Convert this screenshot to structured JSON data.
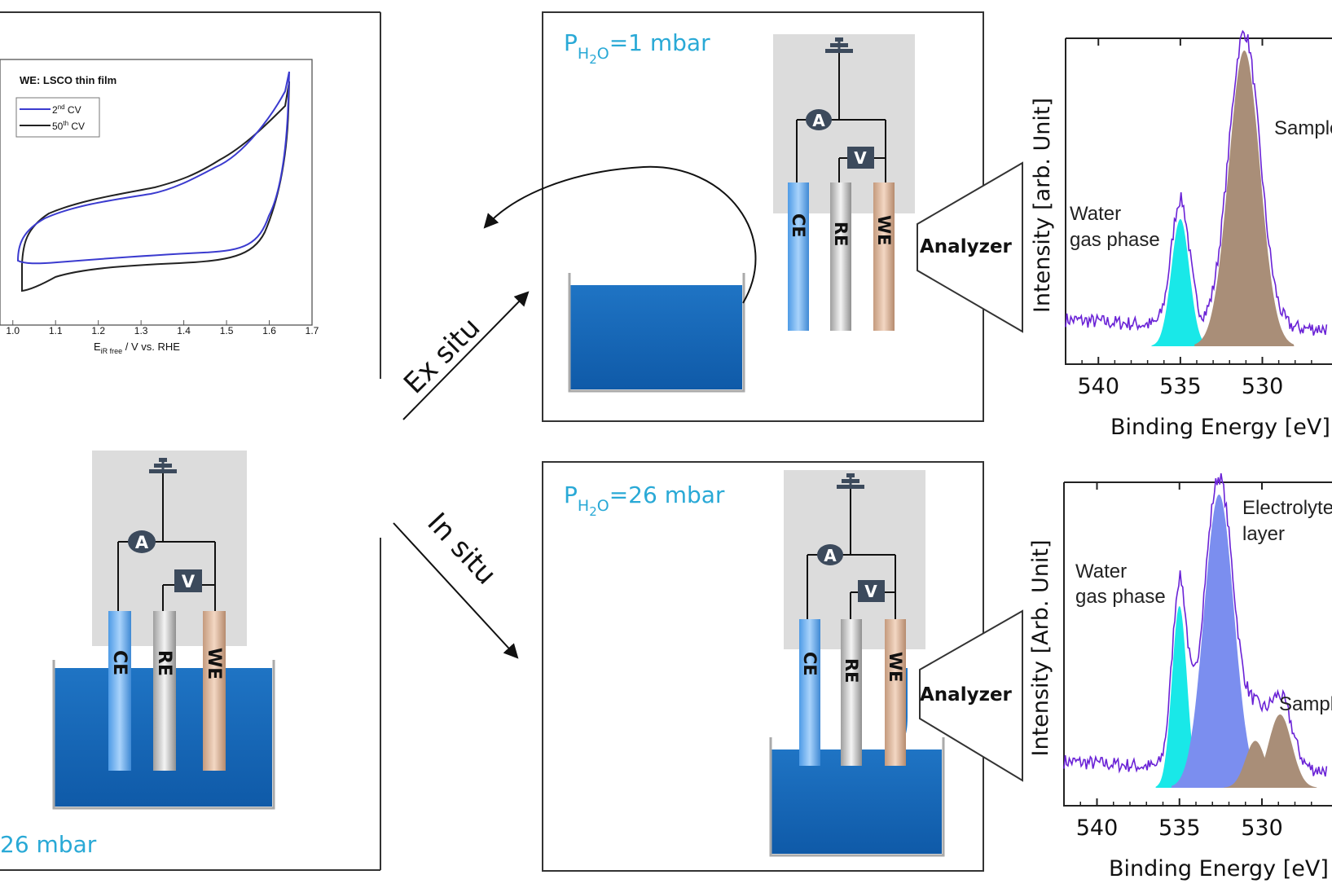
{
  "cv_plot": {
    "legend_title": "WE: LSCO thin film",
    "legend": [
      {
        "label_main": "2",
        "label_sup": "nd",
        "label_rest": " CV",
        "color": "#3b3bcf"
      },
      {
        "label_main": "50",
        "label_sup": "th",
        "label_rest": " CV",
        "color": "#222222"
      }
    ],
    "xticks": [
      "1.0",
      "1.1",
      "1.2",
      "1.3",
      "1.4",
      "1.5",
      "1.6",
      "1.7"
    ],
    "xlabel_main": "E",
    "xlabel_sub": "iR free",
    "xlabel_rest": " /   V vs. RHE",
    "xlim": [
      0.97,
      1.7
    ]
  },
  "top_cell": {
    "pressure_prefix": "P",
    "pressure_sub1": "H",
    "pressure_sub2": "2",
    "pressure_sub3": "O",
    "pressure_value": "=1 mbar"
  },
  "bottom_cell": {
    "pressure_prefix": "P",
    "pressure_sub1": "H",
    "pressure_sub2": "2",
    "pressure_sub3": "O",
    "pressure_value": "=26 mbar"
  },
  "left_cell": {
    "pressure_partial": "26 mbar"
  },
  "electrodes": {
    "ce": "CE",
    "re": "RE",
    "we": "WE",
    "ammeter": "A",
    "voltmeter": "V"
  },
  "analyzer_label": "Analyzer",
  "arrows": {
    "ex_situ": "Ex situ",
    "in_situ": "In situ"
  },
  "colors": {
    "accent_text": "#29a9d6",
    "electrolyte": "#1565b5",
    "water_peak": "#19e8e8",
    "sample_peak": "#a98e78",
    "electrolyte_peak": "#7b8eef",
    "spectrum_line": "#6a22d6"
  },
  "chart_data": [
    {
      "type": "line",
      "ylabel": "Intensity [arb. Unit]",
      "xlabel": "Binding Energy [eV]",
      "xticks": [
        "540",
        "535",
        "530"
      ],
      "xlim": [
        542,
        526
      ],
      "annotations": [
        "Water",
        "gas phase",
        "Sample"
      ],
      "peaks": [
        {
          "name": "Water gas phase",
          "center": 535.0,
          "height": 0.43,
          "width": 0.55,
          "color": "#19e8e8"
        },
        {
          "name": "Sample",
          "center": 531.1,
          "height": 1.0,
          "width": 0.95,
          "color": "#a98e78"
        }
      ]
    },
    {
      "type": "line",
      "ylabel": "Intensity [Arb. Unit]",
      "xlabel": "Binding Energy [eV]",
      "xticks": [
        "540",
        "535",
        "530"
      ],
      "xlim": [
        542,
        526
      ],
      "annotations": [
        "Water",
        "gas phase",
        "Electrolyte",
        "layer",
        "Sample"
      ],
      "peaks": [
        {
          "name": "Water gas phase",
          "center": 535.0,
          "height": 0.62,
          "width": 0.45,
          "color": "#19e8e8"
        },
        {
          "name": "Electrolyte layer",
          "center": 532.6,
          "height": 1.0,
          "width": 0.9,
          "color": "#7b8eef"
        },
        {
          "name": "Sample a",
          "center": 530.4,
          "height": 0.16,
          "width": 0.6,
          "color": "#a98e78"
        },
        {
          "name": "Sample b",
          "center": 528.9,
          "height": 0.25,
          "width": 0.7,
          "color": "#a98e78"
        }
      ]
    }
  ]
}
